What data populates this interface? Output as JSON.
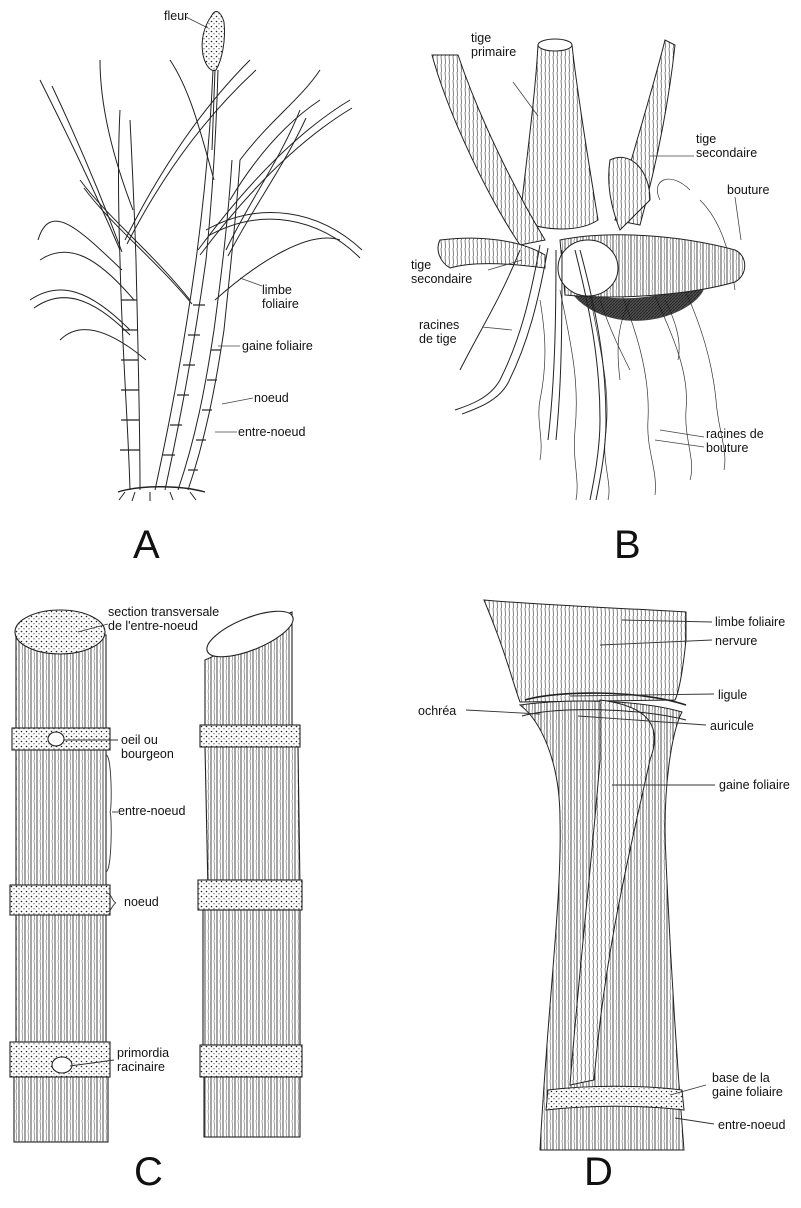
{
  "panels": {
    "A": {
      "letter": "A",
      "labels": {
        "fleur": "fleur",
        "limbe_foliaire": "limbe\nfoliaire",
        "gaine_foliaire": "gaine foliaire",
        "noeud": "noeud",
        "entre_noeud": "entre-noeud"
      }
    },
    "B": {
      "letter": "B",
      "labels": {
        "tige_primaire": "tige\nprimaire",
        "tige_secondaire_right": "tige\nsecondaire",
        "bouture": "bouture",
        "tige_secondaire_left": "tige\nsecondaire",
        "racines_de_tige": "racines\nde tige",
        "racines_de_bouture": "racines de\nbouture"
      }
    },
    "C": {
      "letter": "C",
      "labels": {
        "section_transversale": "section transversale\nde l'entre-noeud",
        "oeil_ou_bourgeon": "oeil ou\nbourgeon",
        "entre_noeud": "entre-noeud",
        "noeud": "noeud",
        "primordia_racinaire": "primordia\nracinaire"
      }
    },
    "D": {
      "letter": "D",
      "labels": {
        "limbe_foliaire": "limbe foliaire",
        "nervure": "nervure",
        "ligule": "ligule",
        "ochrea": "ochréa",
        "auricule": "auricule",
        "gaine_foliaire": "gaine foliaire",
        "base_gaine": "base de la\ngaine foliaire",
        "entre_noeud": "entre-noeud"
      }
    }
  }
}
